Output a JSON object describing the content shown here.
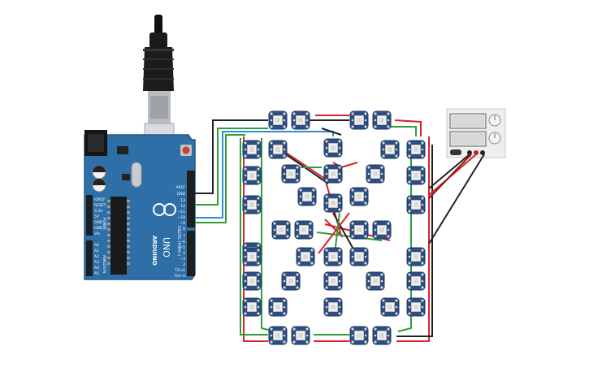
{
  "arduino": {
    "brand": "ARDUINO",
    "model": "UNO",
    "labels": {
      "aref": "AREF",
      "gnd": "GND",
      "d13": "13",
      "d12": "12",
      "d11": "~11",
      "d10": "~10",
      "d9": "~9",
      "d8": "8",
      "d7": "7",
      "d6": "~6",
      "d5": "~5",
      "d4": "4",
      "d3": "~3",
      "d2": "2",
      "tx": "TX→1",
      "rx": "RX←0",
      "digital": "DIGITAL (PWM~)",
      "ioref": "IOREF",
      "reset": "RESET",
      "v33": "3.3V",
      "v5": "5V",
      "gnd1": "GND",
      "gnd2": "GND",
      "vin": "Vin",
      "power": "POWER",
      "a0": "A0",
      "a1": "A1",
      "a2": "A2",
      "a3": "A3",
      "a4": "A4",
      "a5": "A5",
      "analog": "ANALOG IN"
    }
  },
  "power_supply": {
    "display_top": "",
    "display_bottom": ""
  },
  "colors": {
    "board": "#2f6fa8",
    "pixel_pcb": "#2c4e80",
    "wire_red": "#d8232a",
    "wire_green": "#2e9e3a",
    "wire_blue": "#2a8fd6",
    "wire_black": "#222222"
  }
}
